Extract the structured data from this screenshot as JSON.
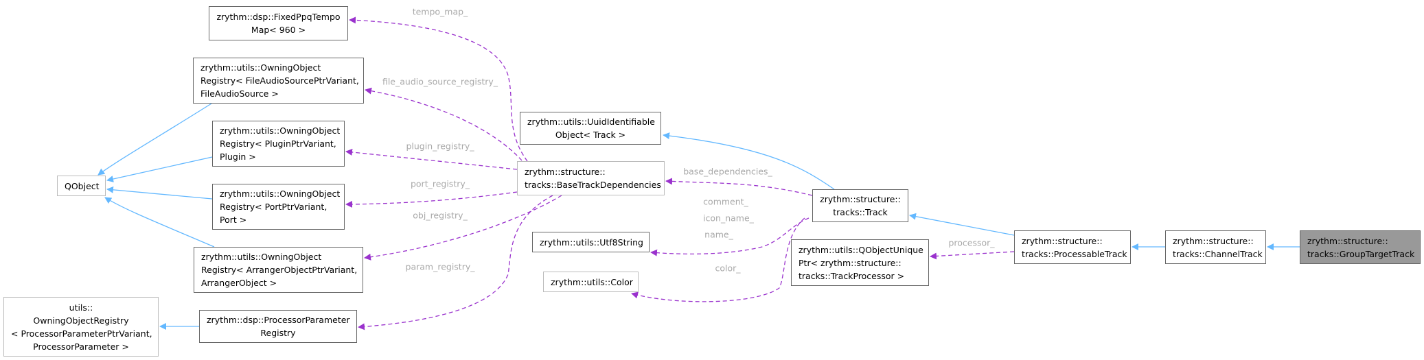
{
  "colors": {
    "inheritance": "#63b8ff",
    "usage": "#9a32cd",
    "focus_fill": "#999999",
    "edge_label": "#a8a8a8"
  },
  "nodes": [
    {
      "id": "fixedppq",
      "lines": [
        "zrythm::dsp::FixedPpqTempo",
        "Map< 960 >"
      ]
    },
    {
      "id": "fileaudio",
      "lines": [
        "zrythm::utils::OwningObject",
        "Registry< FileAudioSourcePtrVariant,",
        "FileAudioSource >"
      ]
    },
    {
      "id": "plugin",
      "lines": [
        "zrythm::utils::OwningObject",
        "Registry< PluginPtrVariant,",
        "Plugin >"
      ]
    },
    {
      "id": "port",
      "lines": [
        "zrythm::utils::OwningObject",
        "Registry< PortPtrVariant,",
        "Port >"
      ]
    },
    {
      "id": "arranger",
      "lines": [
        "zrythm::utils::OwningObject",
        "Registry< ArrangerObjectPtrVariant,",
        "ArrangerObject >"
      ]
    },
    {
      "id": "procparam",
      "lines": [
        "zrythm::dsp::ProcessorParameter",
        "Registry"
      ]
    },
    {
      "id": "utilsowning",
      "lines": [
        "utils::",
        "OwningObjectRegistry",
        "< ProcessorParameterPtrVariant,",
        "ProcessorParameter >"
      ]
    },
    {
      "id": "qobject",
      "lines": [
        "QObject"
      ]
    },
    {
      "id": "uuid",
      "lines": [
        "zrythm::utils::UuidIdentifiable",
        "Object< Track >"
      ]
    },
    {
      "id": "basedeps",
      "lines": [
        "zrythm::structure::",
        "tracks::BaseTrackDependencies"
      ]
    },
    {
      "id": "utf8",
      "lines": [
        "zrythm::utils::Utf8String"
      ]
    },
    {
      "id": "color",
      "lines": [
        "zrythm::utils::Color"
      ]
    },
    {
      "id": "track",
      "lines": [
        "zrythm::structure::",
        "tracks::Track"
      ]
    },
    {
      "id": "qobjunique",
      "lines": [
        "zrythm::utils::QObjectUnique",
        "Ptr< zrythm::structure::",
        "tracks::TrackProcessor >"
      ]
    },
    {
      "id": "processable",
      "lines": [
        "zrythm::structure::",
        "tracks::ProcessableTrack"
      ]
    },
    {
      "id": "channel",
      "lines": [
        "zrythm::structure::",
        "tracks::ChannelTrack"
      ]
    },
    {
      "id": "grouptarget",
      "lines": [
        "zrythm::structure::",
        "tracks::GroupTargetTrack"
      ]
    }
  ],
  "edge_labels": {
    "tempo_map": "tempo_map_",
    "file_audio_source_registry": "file_audio_source_registry_",
    "plugin_registry": "plugin_registry_",
    "port_registry": "port_registry_",
    "obj_registry": "obj_registry_",
    "param_registry": "param_registry_",
    "base_dependencies": "base_dependencies_",
    "comment": "comment_",
    "icon_name": "icon_name_",
    "name": "name_",
    "color": "color_",
    "processor": "processor_"
  }
}
